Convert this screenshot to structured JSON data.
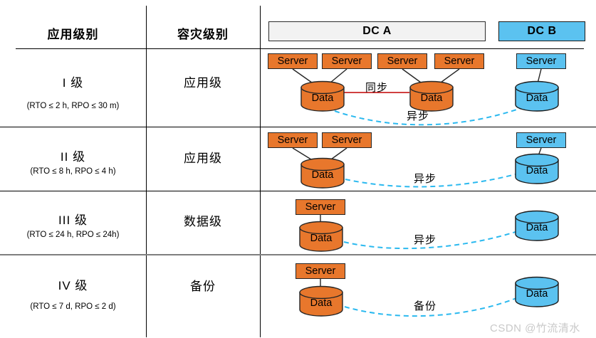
{
  "table": {
    "headers": {
      "app_level": "应用级别",
      "dr_level": "容灾级别"
    },
    "dc_a": "DC A",
    "dc_b": "DC B",
    "rows": [
      {
        "level": "I 级",
        "metrics": "(RTO ≤ 2 h, RPO ≤ 30 m)",
        "dr_level": "应用级",
        "servers_dca": [
          "Server",
          "Server",
          "Server",
          "Server"
        ],
        "db_dca": [
          "Data",
          "Data"
        ],
        "servers_dcb": [
          "Server"
        ],
        "db_dcb": [
          "Data"
        ],
        "link_sync": "同步",
        "link_async": "异步"
      },
      {
        "level": "II 级",
        "metrics": "(RTO ≤ 8 h, RPO ≤ 4 h)",
        "dr_level": "应用级",
        "servers_dca": [
          "Server",
          "Server"
        ],
        "db_dca": [
          "Data"
        ],
        "servers_dcb": [
          "Server"
        ],
        "db_dcb": [
          "Data"
        ],
        "link_sync": "",
        "link_async": "异步"
      },
      {
        "level": "III 级",
        "metrics": "(RTO ≤ 24 h, RPO ≤ 24h)",
        "dr_level": "数据级",
        "servers_dca": [
          "Server"
        ],
        "db_dca": [
          "Data"
        ],
        "servers_dcb": [],
        "db_dcb": [
          "Data"
        ],
        "link_sync": "",
        "link_async": "异步"
      },
      {
        "level": "IV 级",
        "metrics": "(RTO ≤ 7 d, RPO ≤ 2 d)",
        "dr_level": "备份",
        "servers_dca": [
          "Server"
        ],
        "db_dca": [
          "Data"
        ],
        "servers_dcb": [],
        "db_dcb": [
          "Data"
        ],
        "link_sync": "",
        "link_async": "备份"
      }
    ]
  },
  "watermark": "CSDN @竹流清水",
  "colors": {
    "orange": "#e8772c",
    "blue": "#5bc2f0",
    "dc_a_bg": "#f2f2f2",
    "sync_line": "#c00000",
    "async_line": "#2bb9ef",
    "grid": "#000000",
    "watermark": "#c9c9c9"
  }
}
